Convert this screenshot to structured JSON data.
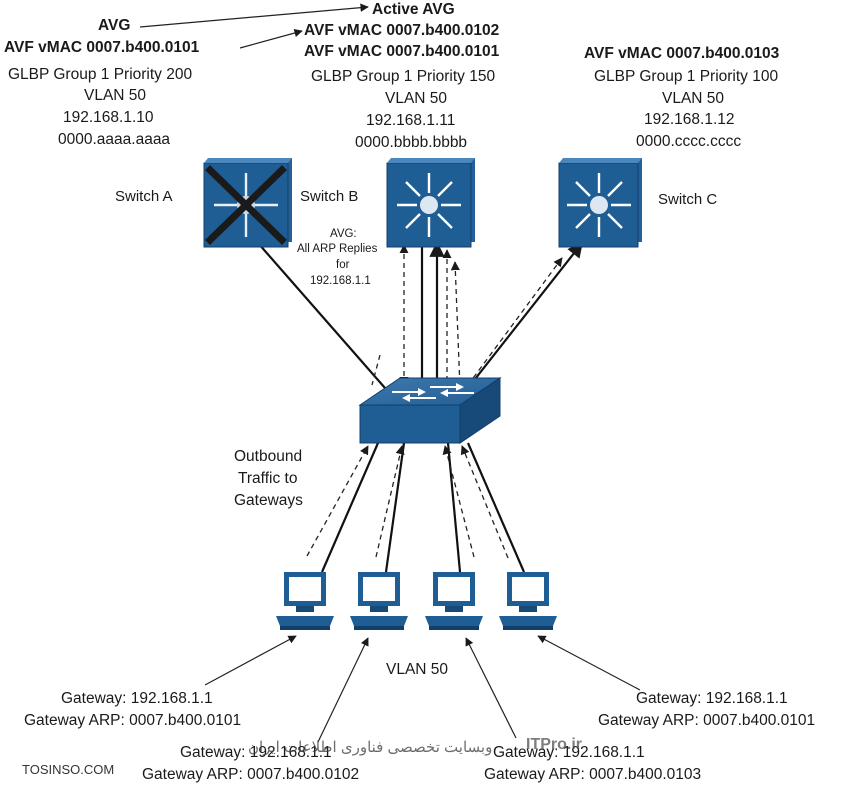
{
  "switch_a": {
    "name": "Switch A",
    "role": "AVG",
    "avf": "AVF vMAC 0007.b400.0101",
    "group": "GLBP Group 1 Priority 200",
    "vlan": "VLAN 50",
    "ip": "192.168.1.10",
    "mac": "0000.aaaa.aaaa"
  },
  "switch_b": {
    "name": "Switch B",
    "role": "Active AVG",
    "avf1": "AVF vMAC 0007.b400.0102",
    "avf2": "AVF vMAC 0007.b400.0101",
    "group": "GLBP Group 1 Priority 150",
    "vlan": "VLAN 50",
    "ip": "192.168.1.11",
    "mac": "0000.bbbb.bbbb",
    "note_lines": [
      "AVG:",
      "All ARP Replies",
      "for",
      "192.168.1.1"
    ]
  },
  "switch_c": {
    "name": "Switch C",
    "avf": "AVF vMAC 0007.b400.0103",
    "group": "GLBP Group 1 Priority 100",
    "vlan": "VLAN 50",
    "ip": "192.168.1.12",
    "mac": "0000.cccc.cccc"
  },
  "outbound_lines": [
    "Outbound",
    "Traffic to",
    "Gateways"
  ],
  "vlan_label": "VLAN 50",
  "hosts": [
    {
      "gateway": "Gateway: 192.168.1.1",
      "arp": "Gateway ARP: 0007.b400.0101"
    },
    {
      "gateway": "Gateway: 192.168.1.1",
      "arp": "Gateway ARP: 0007.b400.0102"
    },
    {
      "gateway": "Gateway: 192.168.1.1",
      "arp": "Gateway ARP: 0007.b400.0103"
    },
    {
      "gateway": "Gateway: 192.168.1.1",
      "arp": "Gateway ARP: 0007.b400.0101"
    }
  ],
  "watermark": {
    "left": "TOSINSO.COM",
    "center": "وبسایت تخصصی فناوری اطلاعات ایران",
    "brand": "ITPro.ir"
  },
  "colors": {
    "device_blue": "#1f5e94",
    "device_dark": "#123f6a",
    "failed_x": "#1a1a1a"
  }
}
